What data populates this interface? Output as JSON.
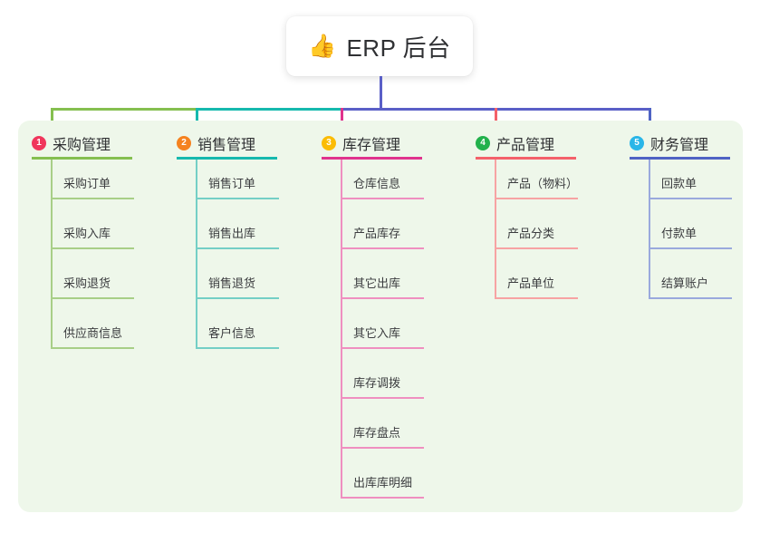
{
  "root": {
    "icon": "thumbs-up-icon",
    "icon_glyph": "👍",
    "title": "ERP 后台"
  },
  "palette": {
    "panel_bg": "#eef7ea",
    "page_bg": "#ffffff",
    "text": "#2f3033",
    "leaf_text": "#3b3c3f"
  },
  "connector_colors": {
    "segment_1": "#85bf50",
    "segment_2": "#16b9ae",
    "segment_3": "#5a5fc7",
    "root_stem": "#5a5fc7"
  },
  "columns": [
    {
      "number": "1",
      "title": "采购管理",
      "badge_color": "#f0365c",
      "line_color": "#85bf50",
      "leaf_line_color": "#a8cf87",
      "items": [
        "采购订单",
        "采购入库",
        "采购退货",
        "供应商信息"
      ]
    },
    {
      "number": "2",
      "title": "销售管理",
      "badge_color": "#f5821f",
      "line_color": "#16b9ae",
      "leaf_line_color": "#74cfc6",
      "items": [
        "销售订单",
        "销售出库",
        "销售退货",
        "客户信息"
      ]
    },
    {
      "number": "3",
      "title": "库存管理",
      "badge_color": "#fbbc05",
      "line_color": "#e0338d",
      "leaf_line_color": "#ef8fc0",
      "items": [
        "仓库信息",
        "产品库存",
        "其它出库",
        "其它入库",
        "库存调拨",
        "库存盘点",
        "出库库明细"
      ]
    },
    {
      "number": "4",
      "title": "产品管理",
      "badge_color": "#22b14c",
      "line_color": "#f4616a",
      "leaf_line_color": "#f7a3a3",
      "items": [
        "产品（物料）",
        "产品分类",
        "产品单位"
      ]
    },
    {
      "number": "5",
      "title": "财务管理",
      "badge_color": "#29b6e8",
      "line_color": "#4f63c4",
      "leaf_line_color": "#9aa9dd",
      "items": [
        "回款单",
        "付款单",
        "结算账户"
      ]
    }
  ]
}
